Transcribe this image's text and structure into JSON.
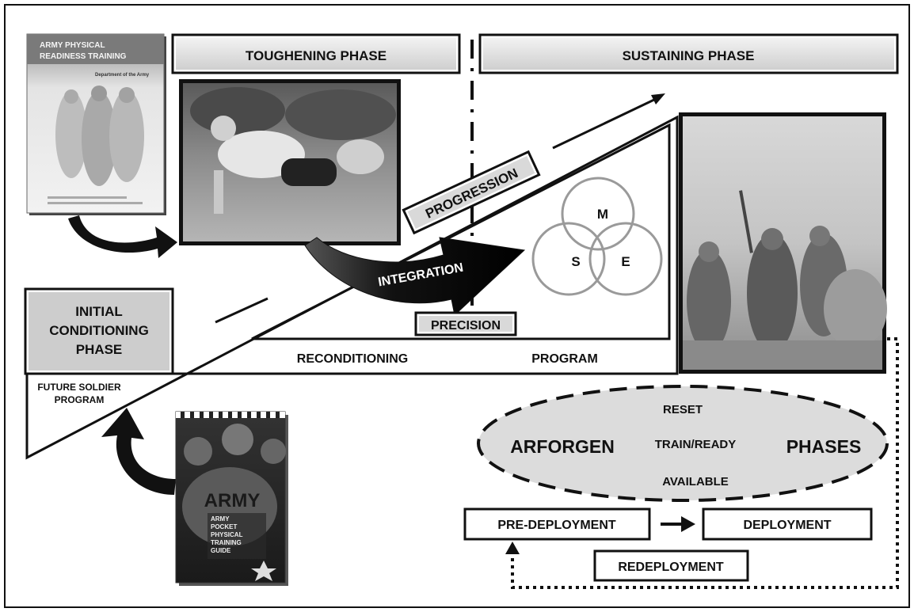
{
  "booklet_top": {
    "title_line1": "ARMY PHYSICAL",
    "title_line2": "READINESS TRAINING",
    "subtitle": "Department of the Army"
  },
  "phases": {
    "toughening": "TOUGHENING PHASE",
    "sustaining": "SUSTAINING PHASE",
    "initial_line1": "INITIAL",
    "initial_line2": "CONDITIONING",
    "initial_line3": "PHASE",
    "future_soldier_line1": "FUTURE SOLDIER",
    "future_soldier_line2": "PROGRAM"
  },
  "principles": {
    "progression": "PROGRESSION",
    "integration": "INTEGRATION",
    "precision": "PRECISION"
  },
  "venn": {
    "m": "M",
    "s": "S",
    "e": "E"
  },
  "reconditioning": {
    "left": "RECONDITIONING",
    "right": "PROGRAM"
  },
  "arforgen": {
    "left": "ARFORGEN",
    "right": "PHASES",
    "reset": "RESET",
    "train_ready": "TRAIN/READY",
    "available": "AVAILABLE"
  },
  "deployment": {
    "pre": "PRE-DEPLOYMENT",
    "deploy": "DEPLOYMENT",
    "redeploy": "REDEPLOYMENT"
  },
  "booklet_bottom": {
    "army": "ARMY",
    "line1": "ARMY",
    "line2": "POCKET",
    "line3": "PHYSICAL",
    "line4": "TRAINING",
    "line5": "GUIDE"
  },
  "colors": {
    "box_fill": "#d3d3d3",
    "ink": "#111111",
    "ellipse_fill": "#dcdcdc",
    "venn": "#9a9a9a"
  }
}
